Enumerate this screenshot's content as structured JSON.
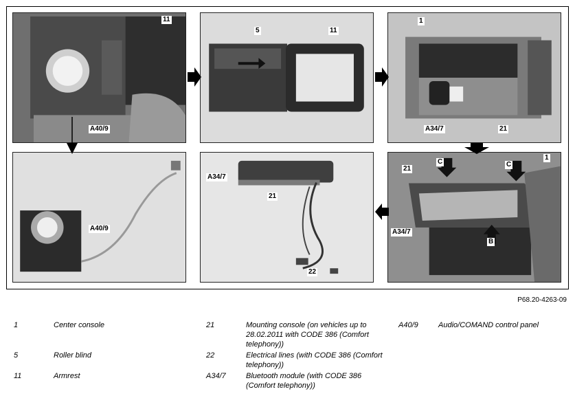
{
  "figure": {
    "reference_code": "P68.20-4263-09",
    "callouts": {
      "p1_11": "11",
      "p1_a409": "A40/9",
      "p2_5": "5",
      "p2_11": "11",
      "p3_1": "1",
      "p3_a347": "A34/7",
      "p3_21": "21",
      "p4_a409": "A40/9",
      "p5_a347": "A34/7",
      "p5_21": "21",
      "p5_22": "22",
      "p6_21": "21",
      "p6_c1": "C",
      "p6_c2": "C",
      "p6_1": "1",
      "p6_a347": "A34/7",
      "p6_b": "B"
    }
  },
  "legend": [
    {
      "num": "1",
      "desc": "Center console"
    },
    {
      "num": "5",
      "desc": "Roller blind"
    },
    {
      "num": "11",
      "desc": "Armrest"
    },
    {
      "num": "21",
      "desc": "Mounting console (on vehicles up to 28.02.2011 with CODE 386 (Comfort telephony))"
    },
    {
      "num": "22",
      "desc": "Electrical lines (with CODE 386 (Comfort telephony))"
    },
    {
      "num": "A34/7",
      "desc": "Bluetooth module (with CODE 386 (Comfort telephony))"
    },
    {
      "num": "A40/9",
      "desc": "Audio/COMAND control panel"
    }
  ]
}
